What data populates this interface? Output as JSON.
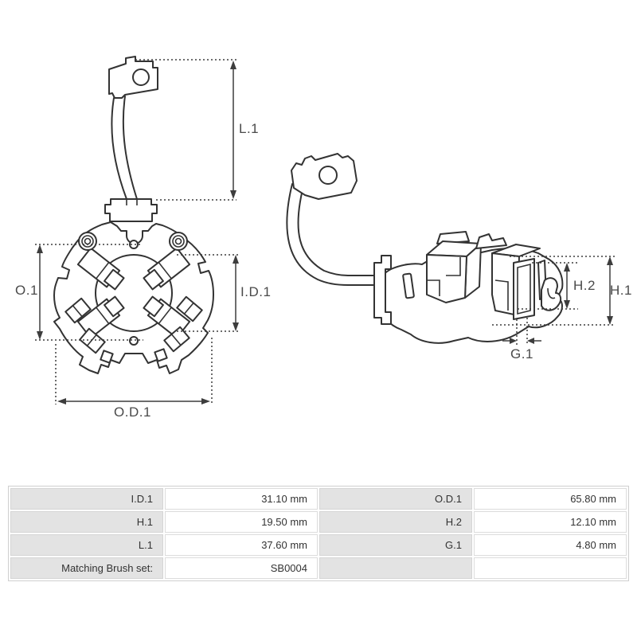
{
  "diagram": {
    "labels": {
      "l1": "L.1",
      "o1": "O.1",
      "id1": "I.D.1",
      "od1": "O.D.1",
      "h1": "H.1",
      "h2": "H.2",
      "g1": "G.1"
    },
    "line_color": "#333333",
    "dim_color": "#3d3d3d"
  },
  "spec_table": {
    "label_bg": "#e3e3e3",
    "value_bg": "#ffffff",
    "border_color": "#cfcfcf",
    "text_color": "#333333",
    "rows": [
      {
        "c1": "I.D.1",
        "c2": "31.10 mm",
        "c3": "O.D.1",
        "c4": "65.80 mm"
      },
      {
        "c1": "H.1",
        "c2": "19.50 mm",
        "c3": "H.2",
        "c4": "12.10 mm"
      },
      {
        "c1": "L.1",
        "c2": "37.60 mm",
        "c3": "G.1",
        "c4": "4.80 mm"
      },
      {
        "c1": "Matching Brush set:",
        "c2": "SB0004",
        "c3": "",
        "c4": ""
      }
    ]
  }
}
